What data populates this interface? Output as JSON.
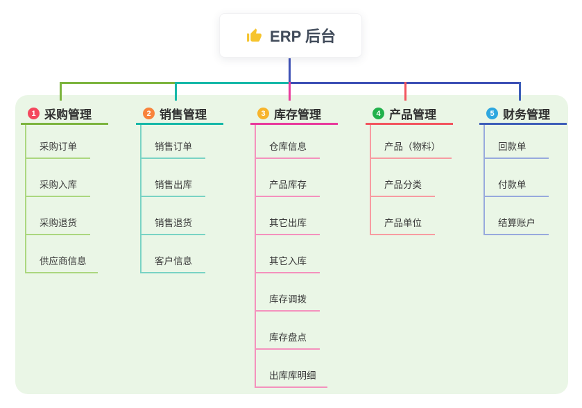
{
  "root": {
    "label": "ERP 后台",
    "icon": "thumbs-up-icon"
  },
  "colors": {
    "panel_bg": "#EAF6E6",
    "connector": "#3D50B5"
  },
  "branches": [
    {
      "index": "1",
      "title": "采购管理",
      "badge_color": "#F4485E",
      "line_color": "#7CB43E",
      "child_line_color": "#ABD77F",
      "children": [
        "采购订单",
        "采购入库",
        "采购退货",
        "供应商信息"
      ]
    },
    {
      "index": "2",
      "title": "销售管理",
      "badge_color": "#F8833C",
      "line_color": "#16B8A8",
      "child_line_color": "#79D3C4",
      "children": [
        "销售订单",
        "销售出库",
        "销售退货",
        "客户信息"
      ]
    },
    {
      "index": "3",
      "title": "库存管理",
      "badge_color": "#F7B42C",
      "line_color": "#E83A9C",
      "child_line_color": "#F491BD",
      "children": [
        "仓库信息",
        "产品库存",
        "其它出库",
        "其它入库",
        "库存调拨",
        "库存盘点",
        "出库库明细"
      ]
    },
    {
      "index": "4",
      "title": "产品管理",
      "badge_color": "#22B14C",
      "line_color": "#F2545E",
      "child_line_color": "#F79BA1",
      "children": [
        "产品（物料）",
        "产品分类",
        "产品单位"
      ]
    },
    {
      "index": "5",
      "title": "财务管理",
      "badge_color": "#2EA7DF",
      "line_color": "#3D5EB8",
      "child_line_color": "#97A9DD",
      "children": [
        "回款单",
        "付款单",
        "结算账户"
      ]
    }
  ]
}
